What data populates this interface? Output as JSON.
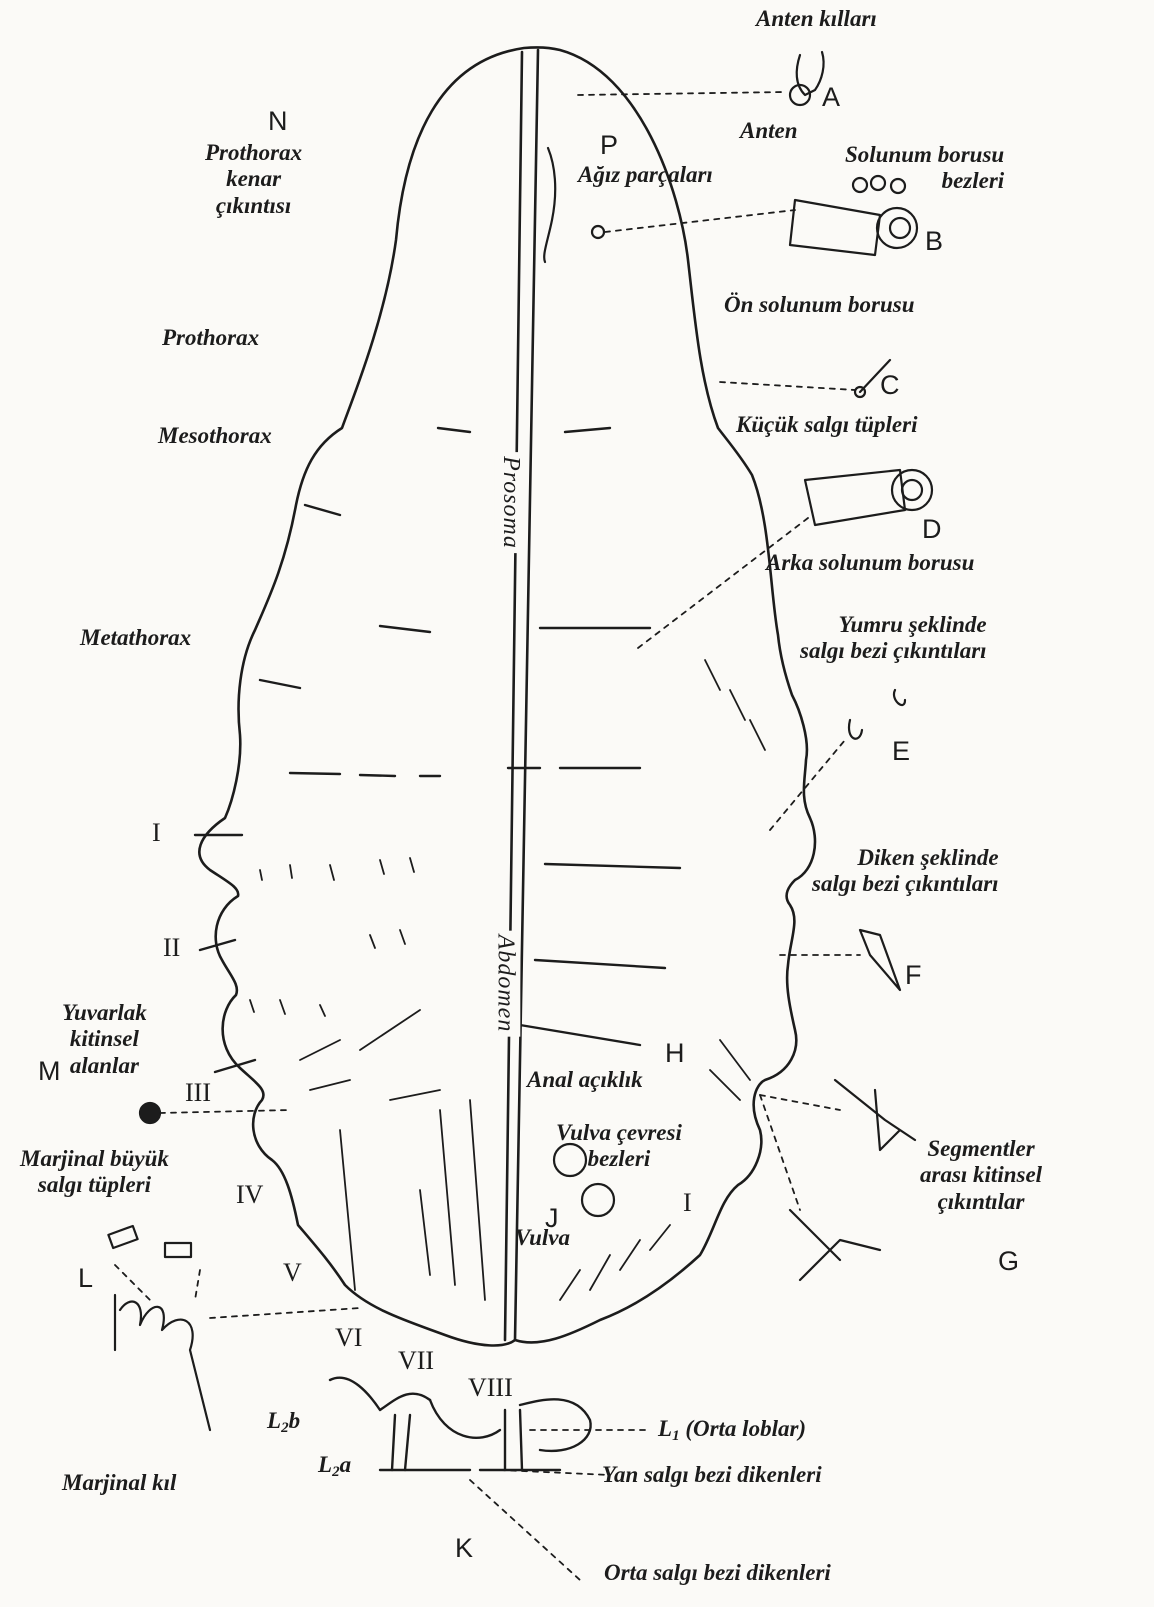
{
  "labels": {
    "anten_killari": "Anten kılları",
    "anten": "Anten",
    "agiz_parcalari": "Ağız parçaları",
    "solunum_borusu_bezleri": "Solunum borusu\nbezleri",
    "on_solunum_borusu": "Ön solunum borusu",
    "kucuk_salgi_tupleri": "Küçük salgı tüpleri",
    "arka_solunum_borusu": "Arka solunum borusu",
    "yumru_seklinde": "Yumru şeklinde\nsalgı bezi çıkıntıları",
    "diken_seklinde": "Diken şeklinde\nsalgı bezi çıkıntıları",
    "segmentler_arasi": "Segmentler\narası kitinsel\nçıkıntılar",
    "prothorax_kenar": "Prothorax\nkenar\nçıkıntısı",
    "prothorax": "Prothorax",
    "mesothorax": "Mesothorax",
    "metathorax": "Metathorax",
    "prosoma": "Prosoma",
    "abdomen": "Abdomen",
    "anal_aciklik": "Anal açıklık",
    "vulva_cevresi": "Vulva çevresi\nbezleri",
    "vulva": "Vulva",
    "yuvarlak": "Yuvarlak\nkitinsel\nalanlar",
    "marjinal_buyuk": "Marjinal büyük\nsalgı tüpleri",
    "marjinal_kil": "Marjinal kıl",
    "l1": "(Orta loblar)",
    "l1_main": "L",
    "l1_sub": "1",
    "l2b_main": "L",
    "l2b_sub": "2",
    "l2b_end": "b",
    "l2a_main": "L",
    "l2a_sub": "2",
    "l2a_end": "a",
    "yan_salgi": "Yan salgı bezi dikenleri",
    "orta_salgi": "Orta salgı bezi dikenleri"
  },
  "letters": {
    "A": "A",
    "B": "B",
    "C": "C",
    "D": "D",
    "E": "E",
    "F": "F",
    "G": "G",
    "H": "H",
    "J": "J",
    "K": "K",
    "L": "L",
    "M": "M",
    "N": "N",
    "P": "P"
  },
  "segments": {
    "I": "I",
    "II": "II",
    "III": "III",
    "IV": "IV",
    "V": "V",
    "VI": "VI",
    "VII": "VII",
    "VIII": "VIII",
    "I_right": "I"
  }
}
